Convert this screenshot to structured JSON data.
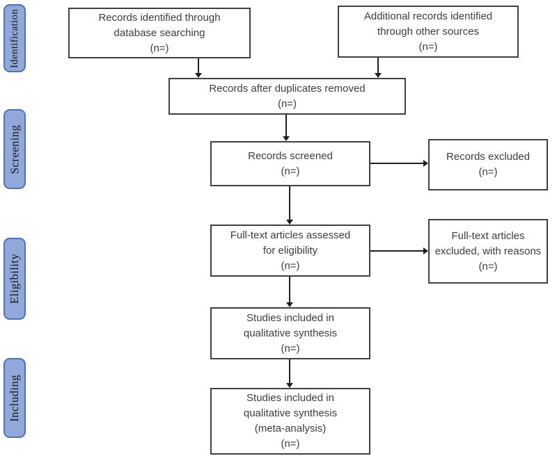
{
  "diagram": {
    "type": "prisma-flow-diagram"
  },
  "sidebar": {
    "stages": [
      {
        "label": "Identification"
      },
      {
        "label": "Screening"
      },
      {
        "label": "Eligibility"
      },
      {
        "label": "Including"
      }
    ]
  },
  "boxes": {
    "db_search": {
      "lines": [
        "Records identified through",
        "database searching",
        "(n=)"
      ]
    },
    "other_sources": {
      "lines": [
        "Additional records identified",
        "through other sources",
        "(n=)"
      ]
    },
    "duplicates_removed": {
      "lines": [
        "Records after duplicates removed",
        "(n=)"
      ]
    },
    "screened": {
      "lines": [
        "Records screened",
        "(n=)"
      ]
    },
    "excluded": {
      "lines": [
        "Records excluded",
        "(n=)"
      ]
    },
    "fulltext_assessed": {
      "lines": [
        "Full-text articles assessed",
        "for eligibility",
        "(n=)"
      ]
    },
    "fulltext_excluded": {
      "lines": [
        "Full-text articles",
        "excluded, with reasons",
        "(n=)"
      ]
    },
    "qualitative_synthesis": {
      "lines": [
        "Studies included in",
        "qualitative synthesis",
        "(n=)"
      ]
    },
    "meta_analysis": {
      "lines": [
        "Studies included in",
        "qualitative synthesis",
        "(meta-analysis)",
        "(n=)"
      ]
    }
  },
  "colors": {
    "stage_fill": "#92A8DA",
    "stage_border": "#4C72B8",
    "box_border": "#404040",
    "box_text": "#3D3D3D",
    "arrow": "#1F1F1F",
    "background": "#FFFFFF"
  }
}
